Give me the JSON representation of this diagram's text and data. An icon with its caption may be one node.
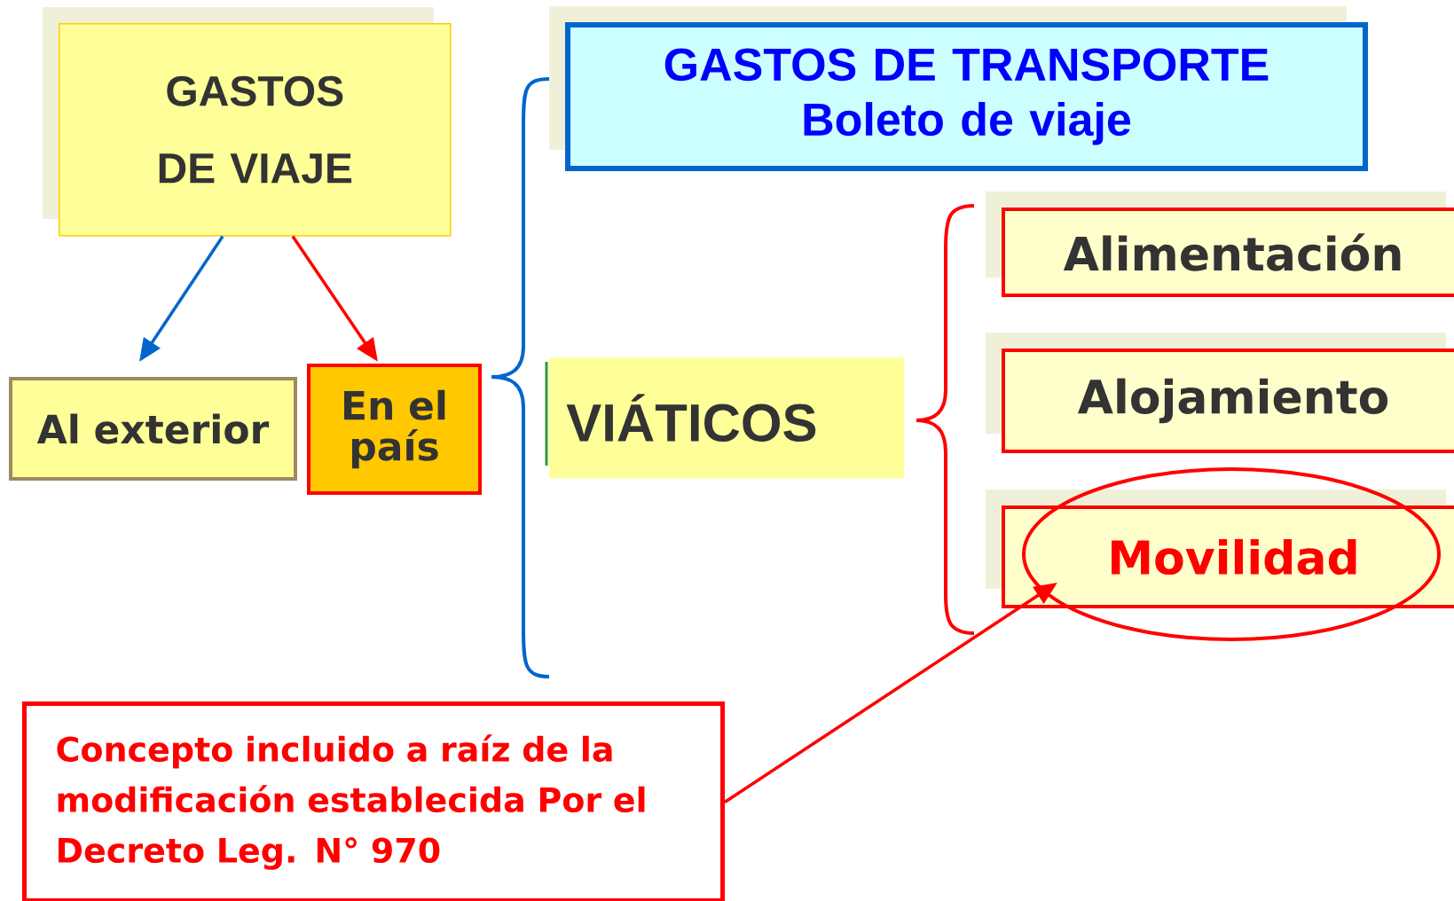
{
  "diagram": {
    "nodes": [
      {
        "text": [
          "GASTOS DE VIAJE"
        ]
      },
      {
        "text": [
          "Al exterior"
        ]
      },
      {
        "text": [
          "En el país"
        ]
      },
      {
        "text": [
          "GASTOS DE TRANSPORTE",
          "Boleto de viaje"
        ]
      },
      {
        "text": [
          "VIÁTICOS"
        ]
      },
      {
        "text": [
          "Alimentación"
        ]
      },
      {
        "text": [
          "Alojamiento"
        ]
      },
      {
        "text": [
          "Movilidad"
        ]
      },
      {
        "text": [
          "Concepto incluido a raíz de la modificación establecida Por el Decreto Leg. N° 970"
        ]
      }
    ],
    "edges": [
      {
        "from": 0,
        "to": 1,
        "arrow": "to",
        "color": "#0066cc"
      },
      {
        "from": 0,
        "to": 2,
        "arrow": "to"
      },
      {
        "from": 8,
        "to": 7,
        "arrow": "to"
      }
    ]
  }
}
